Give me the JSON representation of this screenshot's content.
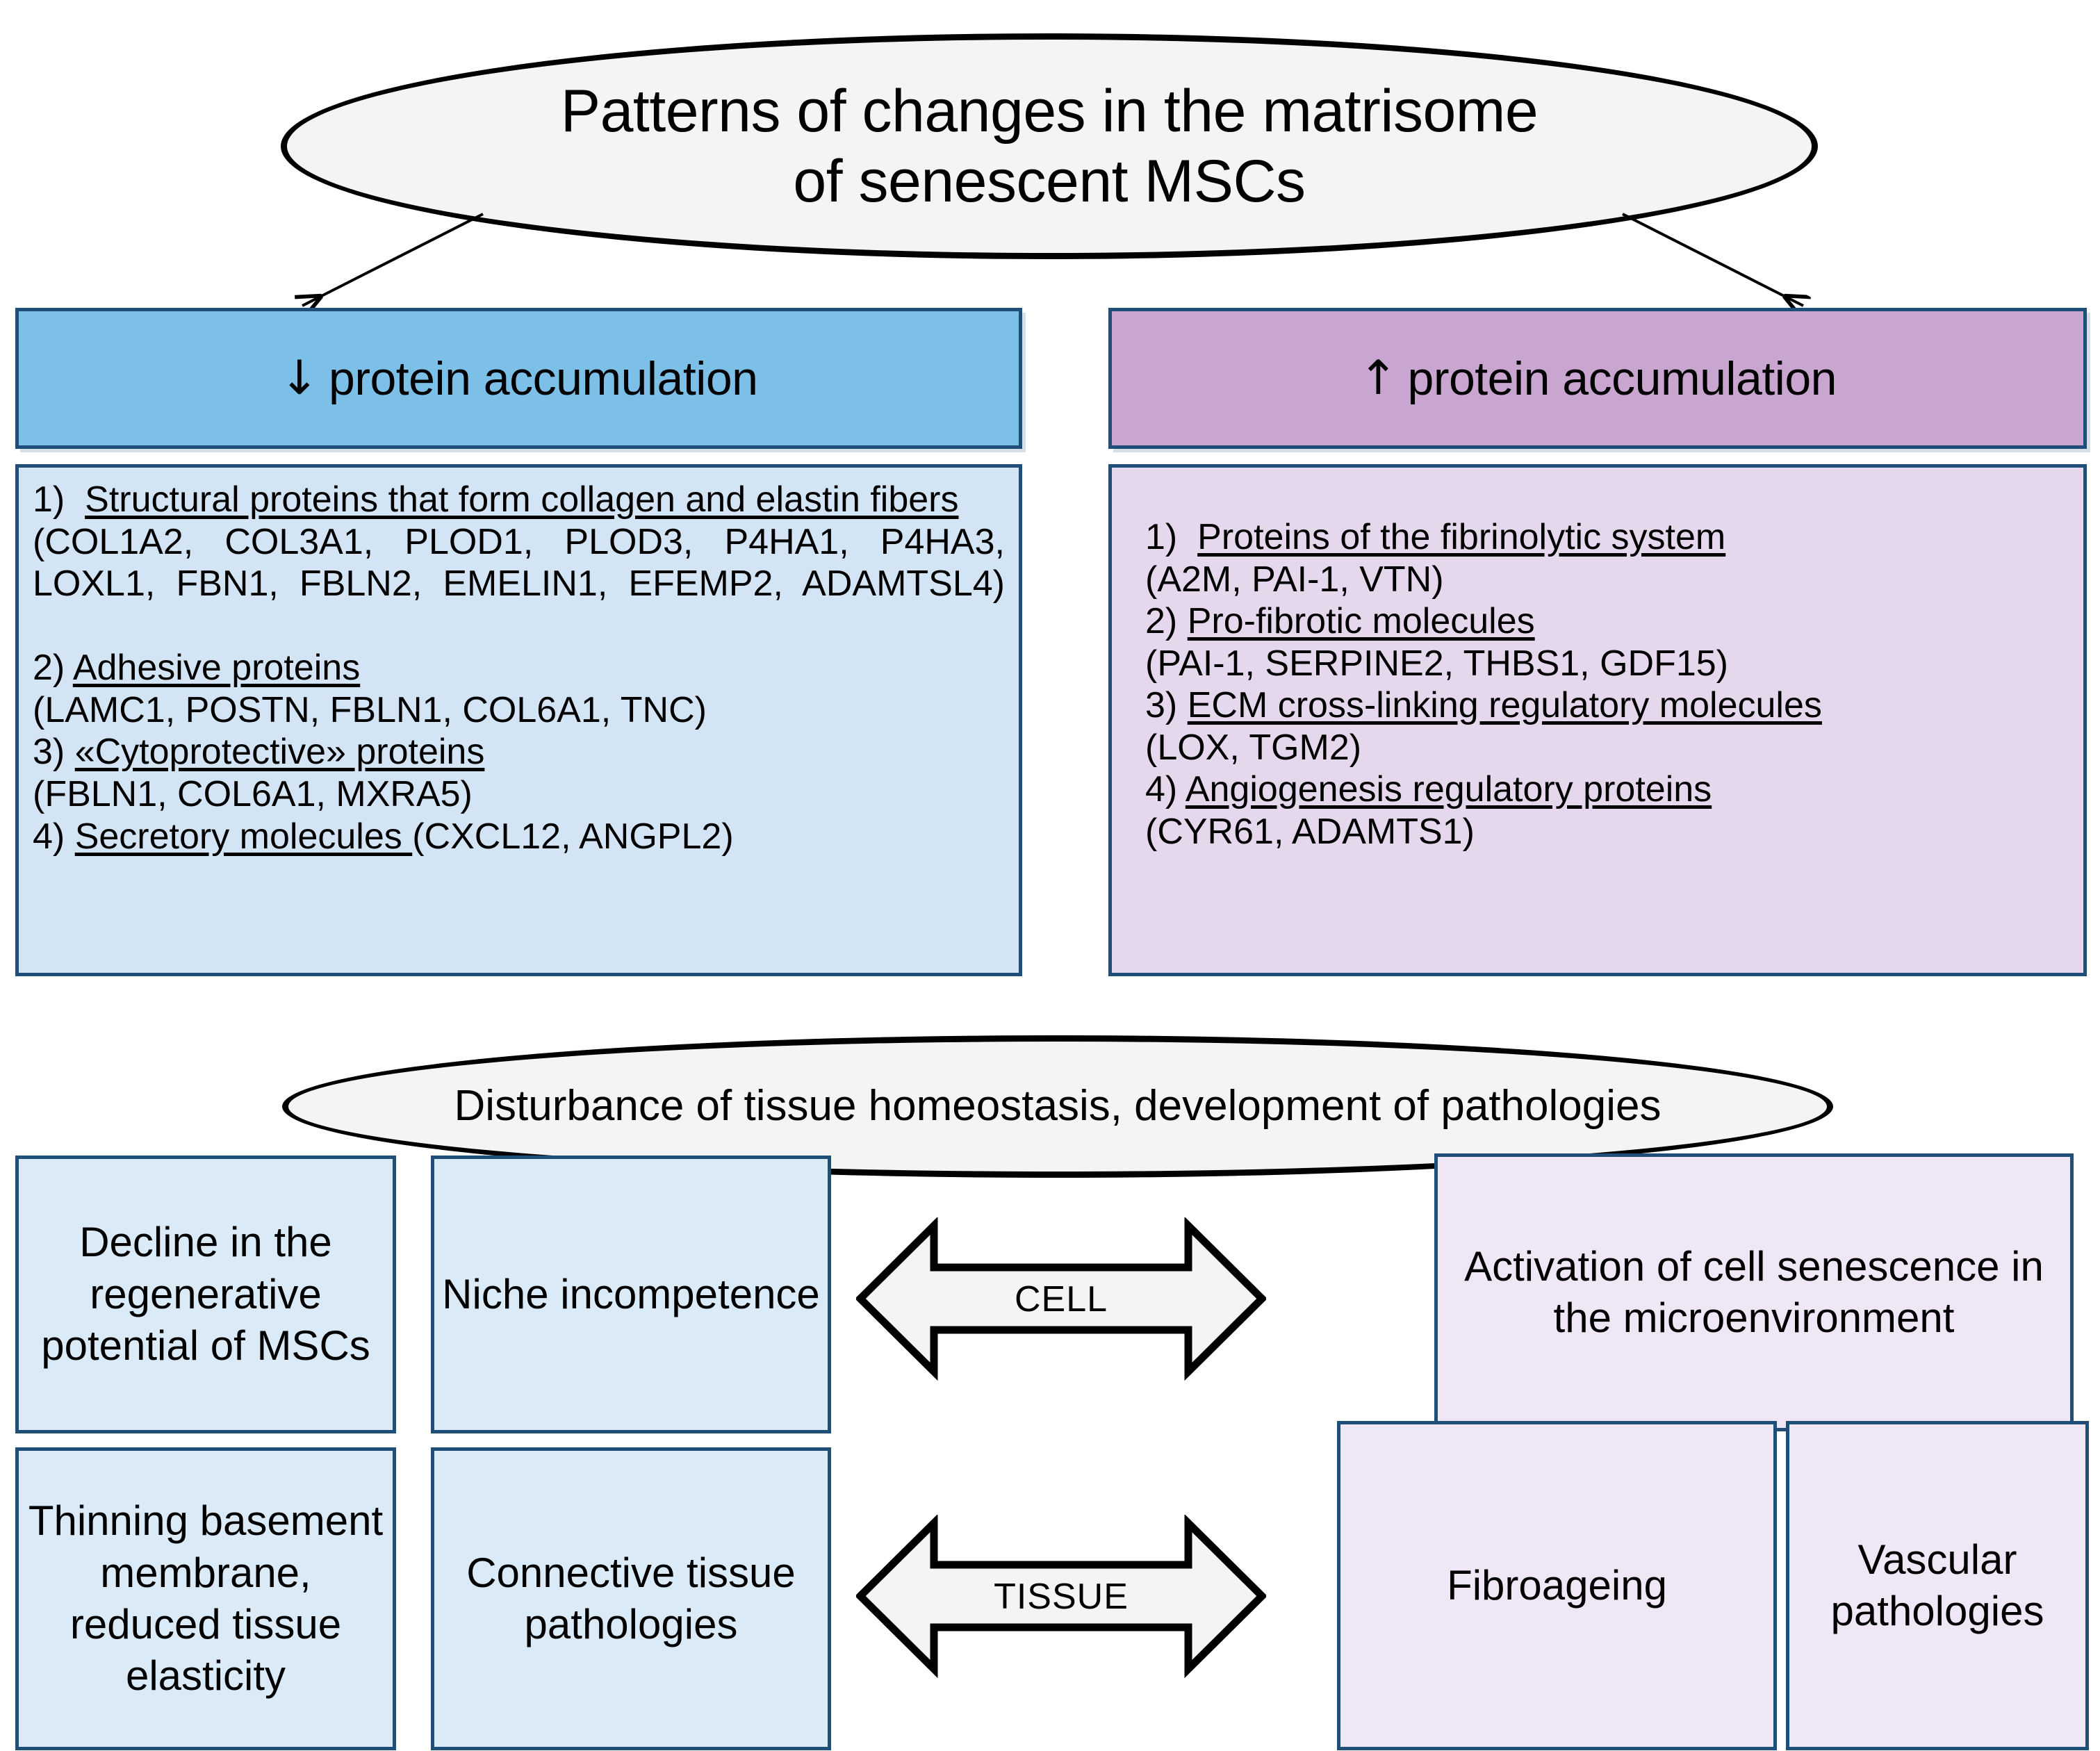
{
  "title": {
    "line1": "Patterns of changes in the matrisome",
    "line2": "of senescent MSCs"
  },
  "columns": {
    "left": {
      "header_arrow": "↓",
      "header_label": "protein accumulation",
      "header_color": "#7cc0e8",
      "body_color": "#d3e4f4",
      "items": [
        {
          "num": "1)",
          "heading": "Structural proteins that form collagen and elastin fibers",
          "genes": "(COL1A2, COL3A1, PLOD1, PLOD3, P4HA1, P4HA3, LOXL1, FBN1, FBLN2, EMELIN1, EFEMP2, ADAMTSL4)"
        },
        {
          "num": "2)",
          "heading": "Adhesive proteins",
          "genes": "(LAMC1, POSTN, FBLN1, COL6A1, TNC)"
        },
        {
          "num": "3)",
          "heading": "«Cytoprotective» proteins",
          "genes": "(FBLN1, COL6A1, MXRA5)"
        },
        {
          "num": "4)",
          "heading": "Secretory molecules ",
          "genes": "(CXCL12, ANGPL2)"
        }
      ]
    },
    "right": {
      "header_arrow": "↑",
      "header_label": "protein accumulation",
      "header_color": "#c8a6cf",
      "body_color": "#e5d7ec",
      "items": [
        {
          "num": "1)",
          "heading": "Proteins of the fibrinolytic system",
          "genes": "(A2M, PAI-1, VTN)"
        },
        {
          "num": "2)",
          "heading": "Pro-fibrotic molecules",
          "genes": "(PAI-1, SERPINE2, THBS1, GDF15)"
        },
        {
          "num": "3)",
          "heading": "ECM cross-linking regulatory molecules",
          "genes": "(LOX, TGM2)"
        },
        {
          "num": "4)",
          "heading": "Angiogenesis regulatory proteins",
          "genes": "(CYR61, ADAMTS1)"
        }
      ]
    }
  },
  "homeostasis": {
    "text": "Disturbance of tissue homeostasis, development of pathologies"
  },
  "outcomes": {
    "decline": "Decline in the regenerative potential of MSCs",
    "niche": "Niche incompetence",
    "activation": "Activation of cell senescence in the microenvironment",
    "thinning": "Thinning basement membrane, reduced tissue elasticity",
    "connective": "Connective tissue pathologies",
    "fibroageing": "Fibroageing",
    "vascular": "Vascular pathologies"
  },
  "arrows": {
    "cell": "CELL",
    "tissue": "TISSUE"
  },
  "palette": {
    "blue_header": "#7cc0e8",
    "blue_body": "#d3e4f4",
    "purple_header": "#c8a6cf",
    "purple_body": "#e5d7ec",
    "blue_box": "#dbeaf7",
    "lilac_box": "#efe7f5",
    "border_navy": "#1f4e79",
    "outline_black": "#000000",
    "ellipse_fill": "#f4f4f4"
  }
}
